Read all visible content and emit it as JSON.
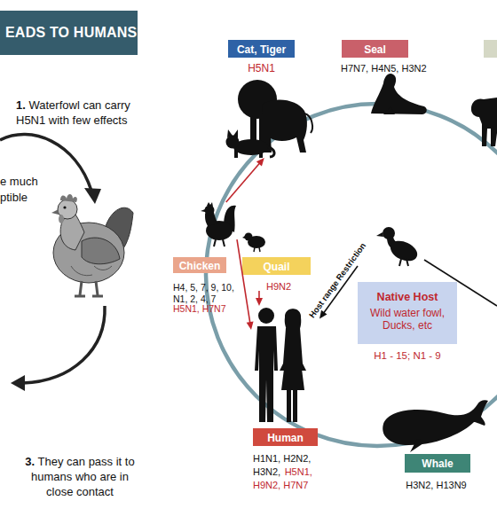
{
  "diagram": {
    "title": "EADS TO HUMANS",
    "nodes": [
      {
        "text": [
          "Cat, Tiger",
          "H5N1"
        ]
      },
      {
        "text": [
          "Seal",
          "H7N7, H4N5, H3N2"
        ]
      },
      {
        "text": [
          "Chicken",
          "H4, 5, 7, 9, 10, N1, 2, 4, 7",
          "H5N1, H7N7"
        ]
      },
      {
        "text": [
          "Quail",
          "H9N2"
        ]
      },
      {
        "text": [
          "Native Host",
          "Wild water fowl, Ducks, etc",
          "H1 - 15; N1 - 9"
        ]
      },
      {
        "text": [
          "Human",
          "H1N1, H2N2, H3N2,",
          "H5N1, H9N2, H7N7"
        ]
      },
      {
        "text": [
          "Whale",
          "H3N2, H13N9"
        ]
      }
    ],
    "edges": [
      {
        "from": 2,
        "to": 0,
        "arrow": "to"
      },
      {
        "from": 2,
        "to": 5,
        "arrow": "to"
      },
      {
        "from": 3,
        "to": 5,
        "arrow": "to"
      },
      {
        "from": 4,
        "to": 5,
        "label": "Host range Restriction",
        "arrow": "to"
      }
    ],
    "labels": [
      "1.",
      "Waterfowl can carry H5N1 with few effects",
      "e much ptible",
      "3.",
      "They can pass it to humans who are in close contact"
    ]
  }
}
